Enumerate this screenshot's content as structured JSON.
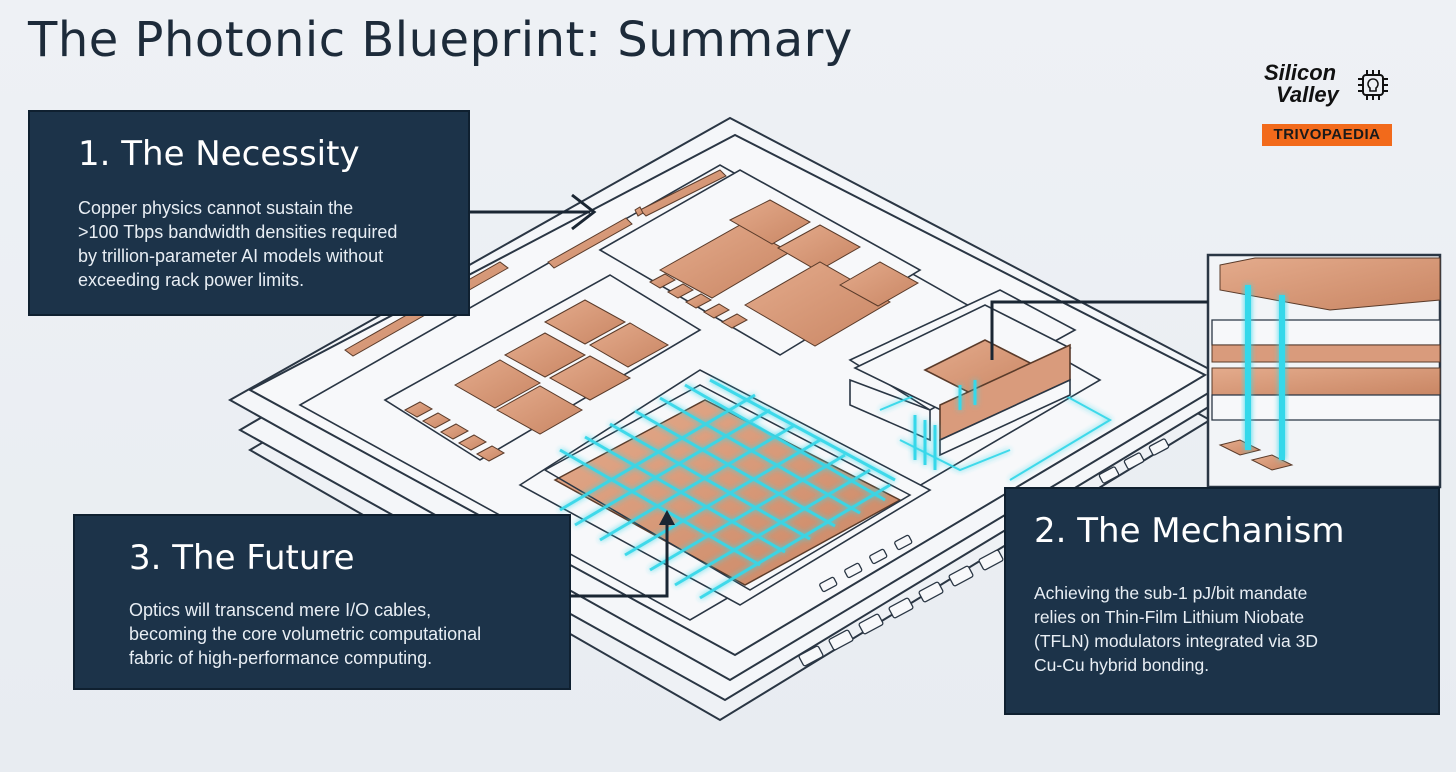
{
  "title": "The Photonic Blueprint: Summary",
  "logo": {
    "line1": "Silicon",
    "line2": "Valley",
    "band": "TRIVOPAEDIA",
    "icon": "chip-bulb-icon",
    "band_color": "#f26a1b"
  },
  "cards": {
    "necessity": {
      "heading": "1. The Necessity",
      "lines": [
        "Copper physics cannot sustain the",
        ">100 Tbps bandwidth densities required",
        "by trillion-parameter AI models without",
        "exceeding rack power limits."
      ]
    },
    "mechanism": {
      "heading": "2. The Mechanism",
      "lines": [
        "Achieving the sub-1 pJ/bit mandate",
        "relies on Thin-Film Lithium Niobate",
        "(TFLN) modulators integrated via 3D",
        "Cu-Cu hybrid bonding."
      ]
    },
    "future": {
      "heading": "3. The Future",
      "lines": [
        "Optics will transcend mere I/O cables,",
        "becoming the core volumetric computational",
        "fabric of high-performance computing."
      ]
    }
  },
  "colors": {
    "card_bg": "#1c3349",
    "copper": "#d99b7c",
    "optical": "#35d8ea",
    "line": "#2a3644",
    "background": "#eaeef3"
  }
}
